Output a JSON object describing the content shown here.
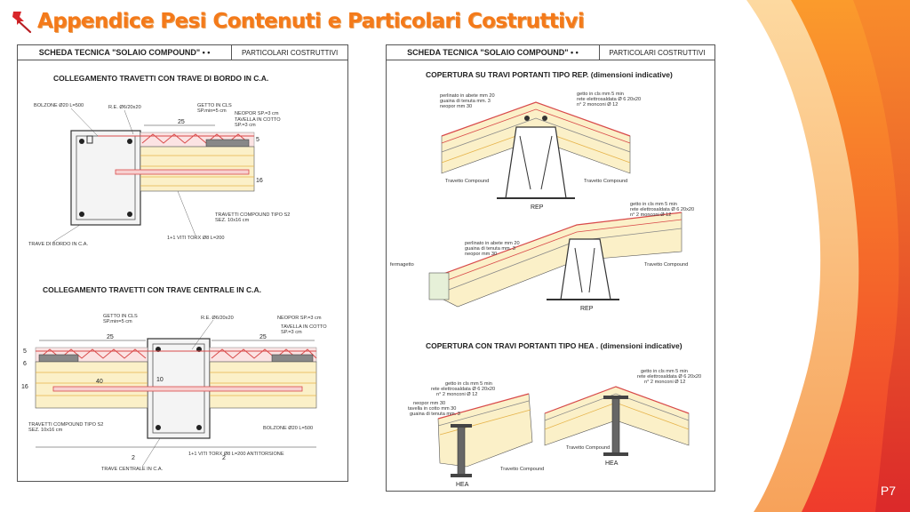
{
  "slide": {
    "title": "Appendice Pesi Contenuti e Particolari Costruttivi",
    "page_number": "P7",
    "accent": "#f47a1a"
  },
  "left_sheet": {
    "header_main": "SCHEDA TECNICA \"SOLAIO COMPOUND\" • •",
    "header_sub": "PARTICOLARI COSTRUTTIVI",
    "section1": {
      "title": "COLLEGAMENTO TRAVETTI CON TRAVE DI BORDO IN C.A.",
      "labels": {
        "bolzone": "BOLZONE Ø20 L=500",
        "re": "R.E. Ø6/20x20",
        "getto": "GETTO IN CLS",
        "getto_sp": "SP.min=5 cm",
        "neopor": "NEOPOR SP.=3 cm",
        "tavella": "TAVELLA IN COTTO",
        "tavella_sp": "SP.=3 cm",
        "travetti": "TRAVETTI COMPOUND TIPO S2",
        "travetti_sez": "SEZ. 10x16 cm",
        "viti": "1+1 VITI TORX Ø8 L=200",
        "trave": "TRAVE DI BORDO IN C.A.",
        "dim_25": "25",
        "dim_5": "5",
        "dim_16": "16"
      }
    },
    "section2": {
      "title": "COLLEGAMENTO TRAVETTI CON TRAVE CENTRALE IN C.A.",
      "labels": {
        "getto": "GETTO IN CLS",
        "getto_sp": "SP.min=5 cm",
        "re": "R.E. Ø6/20x20",
        "neopor": "NEOPOR SP.=3 cm",
        "tavella": "TAVELLA IN COTTO",
        "tavella_sp": "SP.=3 cm",
        "travetti": "TRAVETTI COMPOUND TIPO S2",
        "travetti_sez": "SEZ. 10x16 cm",
        "bolzone": "BOLZONE Ø20 L=500",
        "viti": "1+1 VITI TORX Ø8 L=200 ANTITORSIONE",
        "trave": "TRAVE CENTRALE IN C.A.",
        "dim_25a": "25",
        "dim_25b": "25",
        "dim_5": "5",
        "dim_6": "6",
        "dim_16": "16",
        "dim_40": "40",
        "dim_10": "10",
        "dim_2a": "2",
        "dim_2b": "2"
      }
    }
  },
  "right_sheet": {
    "header_main": "SCHEDA TECNICA \"SOLAIO COMPOUND\" • •",
    "header_sub": "PARTICOLARI COSTRUTTIVI",
    "section1": {
      "title": "COPERTURA SU TRAVI PORTANTI TIPO REP. (dimensioni indicative)",
      "labels": {
        "rep1": "REP",
        "rep2": "REP",
        "travetto_l": "Travetto Compound",
        "travetto_r": "Travetto Compound",
        "travetto_3": "Travetto Compound",
        "fermagetto": "fermagetto",
        "perlinato1": "perlinato in abete mm 20",
        "guaina1": "guaina di tenuta mm. 3",
        "neopor1": "neopor mm 30",
        "getto1": "getto in cls mm 5 min",
        "rete1": "rete elettrosaldata Ø 6 20x20",
        "ferri1": "n° 2 monconi Ø 12",
        "getto2": "getto in cls mm 5 min",
        "rete2": "rete elettrosaldata Ø 6 20x20",
        "ferri2": "n° 2 monconi Ø 12",
        "perlinato2": "perlinato in abete mm 20",
        "guaina2": "guaina di tenuta mm. 3",
        "neopor2": "neopor mm 30"
      }
    },
    "section2": {
      "title": "COPERTURA CON TRAVI PORTANTI TIPO HEA . (dimensioni indicative)",
      "labels": {
        "hea1": "HEA",
        "hea2": "HEA",
        "travetto1": "Travetto Compound",
        "travetto2": "Travetto Compound",
        "getto": "getto in cls mm 5 min",
        "rete": "rete elettrosaldata Ø 6 20x20",
        "ferri": "n° 2 monconi Ø 12",
        "neopor": "neopor mm 30",
        "tavella": "tavella in cotto mm 30",
        "guaina": "guaina di tenuta mm. 3",
        "getto_r": "getto in cls mm 5 min",
        "rete_r": "rete elettrosaldata Ø 6 20x20",
        "ferri_r": "n° 2 monconi Ø 12"
      }
    }
  }
}
